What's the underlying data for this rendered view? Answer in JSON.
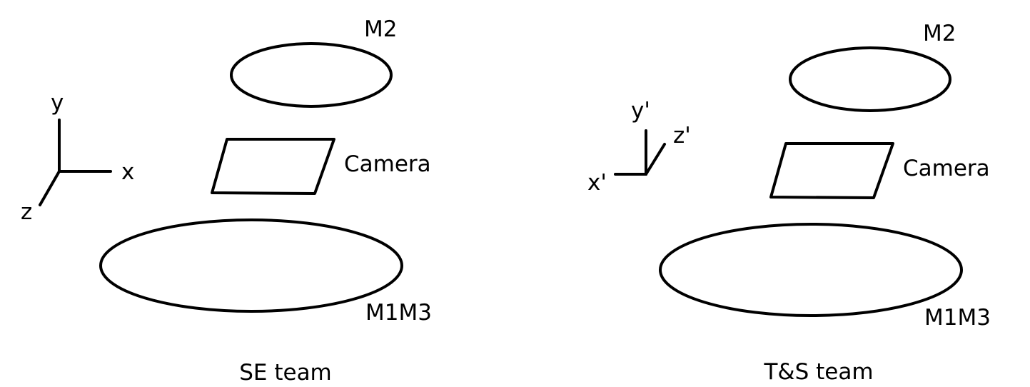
{
  "panels": [
    {
      "id": "se",
      "title": "SE team",
      "m2_label": "M2",
      "camera_label": "Camera",
      "m1m3_label": "M1M3",
      "axes": {
        "x": "x",
        "y": "y",
        "z": "z"
      }
    },
    {
      "id": "ts",
      "title": "T&S team",
      "m2_label": "M2",
      "camera_label": "Camera",
      "m1m3_label": "M1M3",
      "axes": {
        "x": "x'",
        "y": "y'",
        "z": "z'"
      }
    }
  ],
  "colors": {
    "stroke": "#000000",
    "background": "#ffffff"
  }
}
